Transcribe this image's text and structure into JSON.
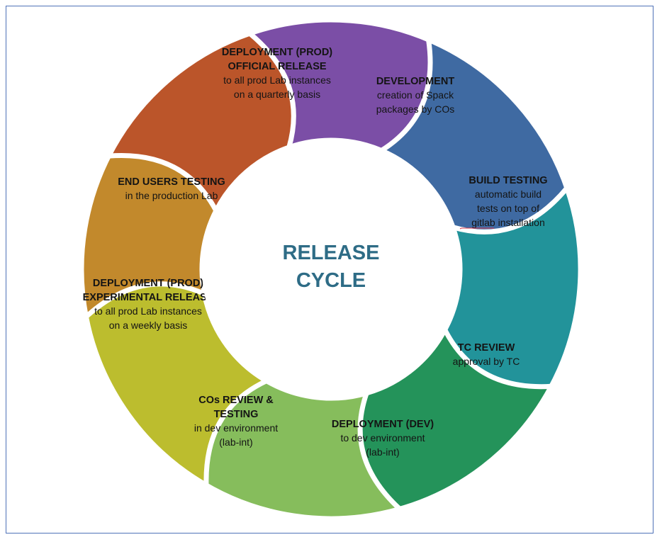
{
  "center": {
    "line1": "RELEASE",
    "line2": "CYCLE"
  },
  "segments": [
    {
      "key": "development",
      "color": "#7b4ea6",
      "title": [
        "DEVELOPMENT"
      ],
      "desc": [
        "creation of Spack",
        "packages by COs"
      ]
    },
    {
      "key": "build-testing",
      "color": "#3f6aa2",
      "title": [
        "BUILD TESTING"
      ],
      "desc": [
        "automatic build",
        "tests on top of",
        "gitlab installation"
      ]
    },
    {
      "key": "tc-review",
      "color": "#22939a",
      "title": [
        "TC REVIEW"
      ],
      "desc": [
        "approval by TC"
      ]
    },
    {
      "key": "deployment-dev",
      "color": "#24935a",
      "title": [
        "DEPLOYMENT (DEV)"
      ],
      "desc": [
        "to dev environment",
        "(lab-int)"
      ]
    },
    {
      "key": "cos-review-testing",
      "color": "#86bd5c",
      "title": [
        "COs REVIEW &",
        "TESTING"
      ],
      "desc": [
        "in dev environment",
        "(lab-int)"
      ]
    },
    {
      "key": "deployment-prod-experimental",
      "color": "#bcbd2e",
      "title": [
        "DEPLOYMENT (PROD)",
        "EXPERIMENTAL RELEASE"
      ],
      "desc": [
        "to all prod Lab instances",
        "on a weekly basis"
      ]
    },
    {
      "key": "end-users-testing",
      "color": "#c2892c",
      "title": [
        "END USERS TESTING"
      ],
      "desc": [
        "in the production Lab"
      ]
    },
    {
      "key": "deployment-prod-official",
      "color": "#bb552a",
      "title": [
        "DEPLOYMENT (PROD)",
        "OFFICIAL RELEASE"
      ],
      "desc": [
        "to all prod Lab instances",
        "on a quarterly basis"
      ]
    }
  ]
}
